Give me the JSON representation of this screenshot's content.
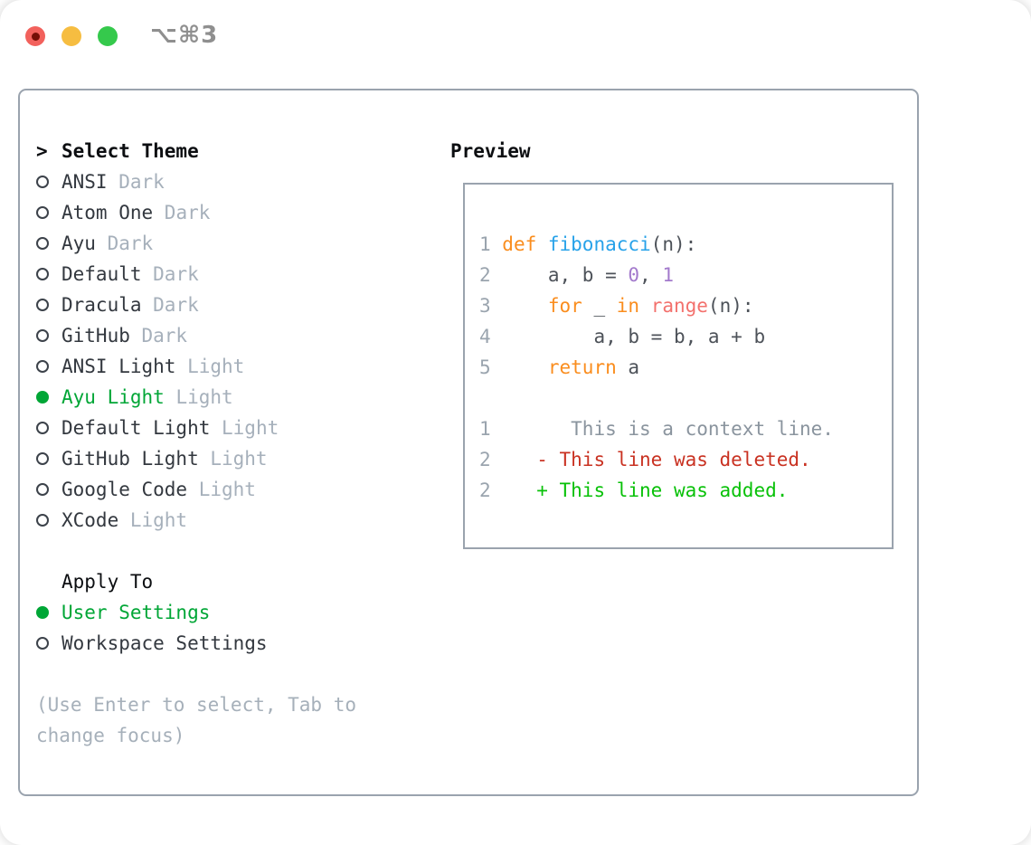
{
  "titlebar": {
    "title": "⌥⌘3",
    "lights": [
      "close",
      "minimize",
      "zoom"
    ]
  },
  "theme_panel": {
    "header": {
      "prompt": ">",
      "label": "Select Theme"
    },
    "themes": [
      {
        "name": "ANSI",
        "variant": "Dark",
        "selected": false
      },
      {
        "name": "Atom One",
        "variant": "Dark",
        "selected": false
      },
      {
        "name": "Ayu",
        "variant": "Dark",
        "selected": false
      },
      {
        "name": "Default",
        "variant": "Dark",
        "selected": false
      },
      {
        "name": "Dracula",
        "variant": "Dark",
        "selected": false
      },
      {
        "name": "GitHub",
        "variant": "Dark",
        "selected": false
      },
      {
        "name": "ANSI Light",
        "variant": "Light",
        "selected": false
      },
      {
        "name": "Ayu Light",
        "variant": "Light",
        "selected": true
      },
      {
        "name": "Default Light",
        "variant": "Light",
        "selected": false
      },
      {
        "name": "GitHub Light",
        "variant": "Light",
        "selected": false
      },
      {
        "name": "Google Code",
        "variant": "Light",
        "selected": false
      },
      {
        "name": "XCode",
        "variant": "Light",
        "selected": false
      }
    ],
    "apply_to": {
      "label": "Apply To",
      "options": [
        {
          "name": "User Settings",
          "selected": true
        },
        {
          "name": "Workspace Settings",
          "selected": false
        }
      ]
    },
    "help_lines": [
      "(Use Enter to select, Tab to",
      "change focus)"
    ]
  },
  "preview": {
    "label": "Preview",
    "lines": [
      {
        "num": "1",
        "segs": [
          [
            "def ",
            "kw"
          ],
          [
            "fibonacci",
            "fn"
          ],
          [
            "(n):",
            "fg"
          ]
        ]
      },
      {
        "num": "2",
        "segs": [
          [
            "    a, b = ",
            "fg"
          ],
          [
            "0",
            "num"
          ],
          [
            ", ",
            "fg"
          ],
          [
            "1",
            "num"
          ]
        ]
      },
      {
        "num": "3",
        "segs": [
          [
            "    ",
            "fg"
          ],
          [
            "for",
            "kw"
          ],
          [
            " _ ",
            "fg"
          ],
          [
            "in",
            "kw"
          ],
          [
            " ",
            "fg"
          ],
          [
            "range",
            "rng"
          ],
          [
            "(n):",
            "fg"
          ]
        ]
      },
      {
        "num": "4",
        "segs": [
          [
            "        a, b = b, a + b",
            "fg"
          ]
        ]
      },
      {
        "num": "5",
        "segs": [
          [
            "    ",
            "fg"
          ],
          [
            "return",
            "kw"
          ],
          [
            " a",
            "fg"
          ]
        ]
      },
      {
        "num": "",
        "segs": []
      },
      {
        "num": "1",
        "segs": [
          [
            "      This is a context line.",
            "ctx"
          ]
        ]
      },
      {
        "num": "2",
        "segs": [
          [
            "   - This line was deleted.",
            "del"
          ]
        ]
      },
      {
        "num": "2",
        "segs": [
          [
            "   + This line was added.",
            "add"
          ]
        ]
      }
    ]
  },
  "colors": {
    "titlebar_text": "#8f8f8f",
    "light_red": "#f2615c",
    "light_red_dot": "#750f06",
    "light_yellow": "#f6bd41",
    "light_green": "#35c94c",
    "border": "#9aa3ae",
    "header_text": "#0c0e11",
    "item_text": "#33383f",
    "variant_text": "#a6b0bb",
    "selected_green": "#00a636",
    "radio_outline": "#3c424a",
    "help_text": "#a6b0ba",
    "line_number": "#9aa4ae",
    "code_fg": "#4d5259",
    "code_keyword": "#fa8d1e",
    "code_function": "#27a2e9",
    "code_number": "#a37acc",
    "code_builtin": "#f3716d",
    "diff_context": "#8a949e",
    "diff_deleted": "#c93222",
    "diff_added": "#08c108"
  }
}
